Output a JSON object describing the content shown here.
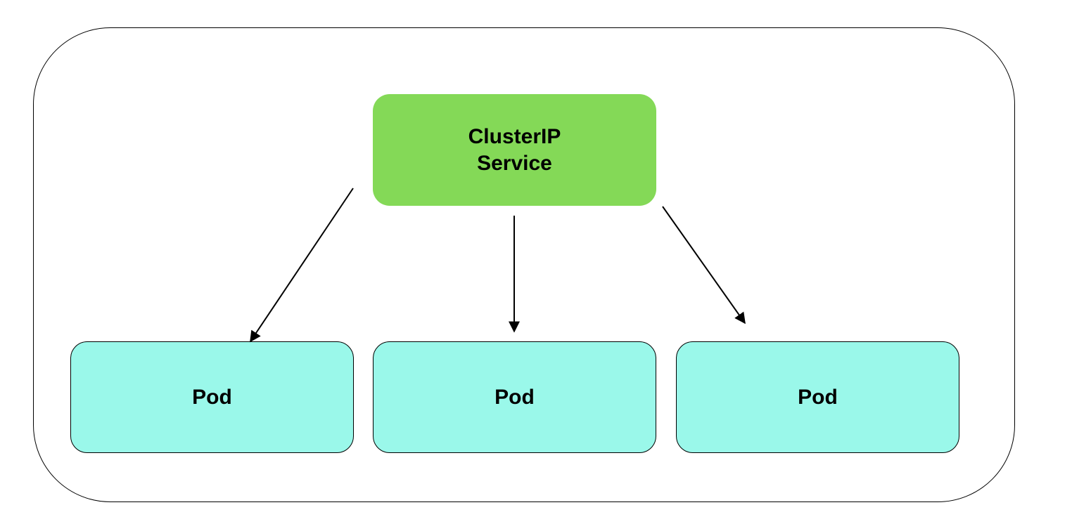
{
  "service": {
    "line1": "ClusterIP",
    "line2": "Service",
    "fill": "#84d957"
  },
  "pods": {
    "fill": "#9af8ea",
    "items": [
      {
        "label": "Pod"
      },
      {
        "label": "Pod"
      },
      {
        "label": "Pod"
      }
    ]
  },
  "edges": [
    {
      "from": "service",
      "to": "pod-1"
    },
    {
      "from": "service",
      "to": "pod-2"
    },
    {
      "from": "service",
      "to": "pod-3"
    }
  ]
}
